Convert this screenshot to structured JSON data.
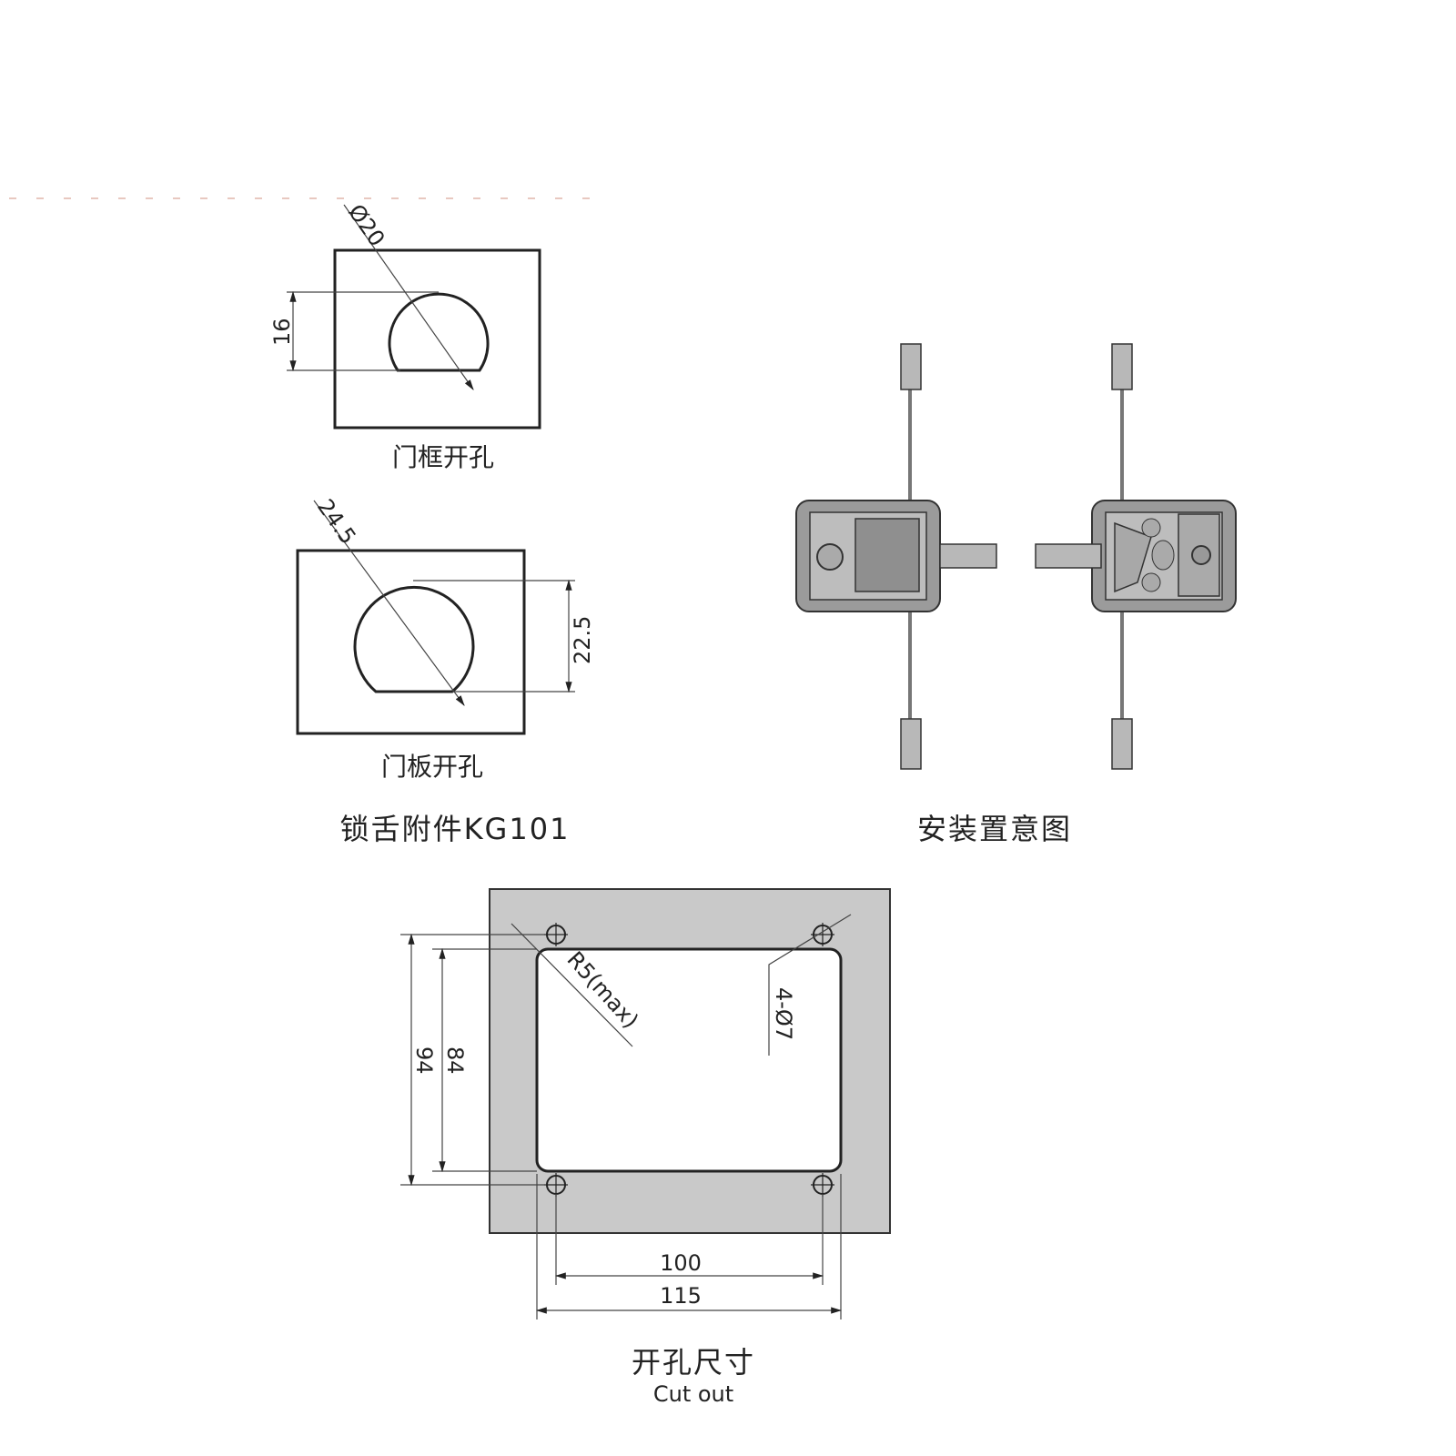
{
  "frame_hole": {
    "caption": "门框开孔",
    "diameter_label": "Ø20",
    "height_label": "16"
  },
  "panel_hole": {
    "caption": "门板开孔",
    "diameter_label": "24.5",
    "height_label": "22.5"
  },
  "accessory_title": "锁舌附件KG101",
  "installation_title": "安装置意图",
  "cutout": {
    "title": "开孔尺寸",
    "subtitle": "Cut out",
    "radius_label": "R5(max)",
    "holes_label": "4-Ø7",
    "outer_height": "94",
    "inner_height": "84",
    "hole_spacing": "100",
    "cutout_width": "115",
    "plate_color": "#c9c9c9"
  }
}
